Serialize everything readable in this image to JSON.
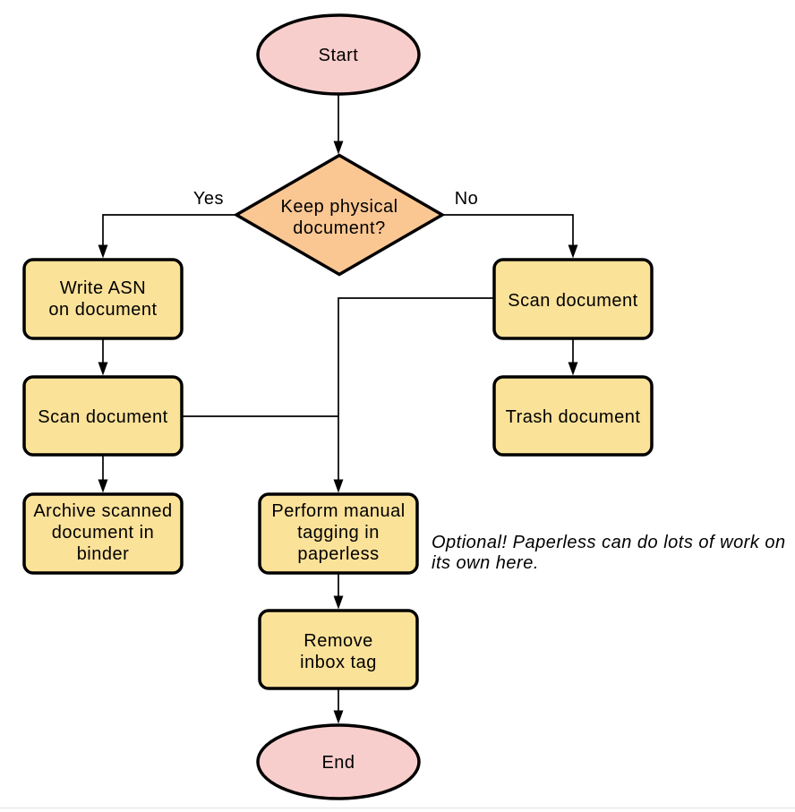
{
  "colors": {
    "background": "#ffffff",
    "terminal_fill": "#f8cecc",
    "decision_fill": "#fac793",
    "process_fill": "#fbe299",
    "stroke": "#000000"
  },
  "nodes": {
    "start": {
      "label": "Start"
    },
    "decision": {
      "line1": "Keep physical",
      "line2": "document?"
    },
    "write_asn": {
      "line1": "Write ASN",
      "line2": "on document"
    },
    "scan_left": {
      "label": "Scan document"
    },
    "archive": {
      "line1": "Archive scanned",
      "line2": "document in",
      "line3": "binder"
    },
    "scan_right": {
      "label": "Scan document"
    },
    "trash": {
      "label": "Trash document"
    },
    "tagging": {
      "line1": "Perform manual",
      "line2": "tagging in",
      "line3": "paperless"
    },
    "remove_tag": {
      "line1": "Remove",
      "line2": "inbox tag"
    },
    "end": {
      "label": "End"
    }
  },
  "edge_labels": {
    "yes": "Yes",
    "no": "No"
  },
  "note": {
    "line1": "Optional! Paperless can do lots of work on",
    "line2": "its own here."
  }
}
